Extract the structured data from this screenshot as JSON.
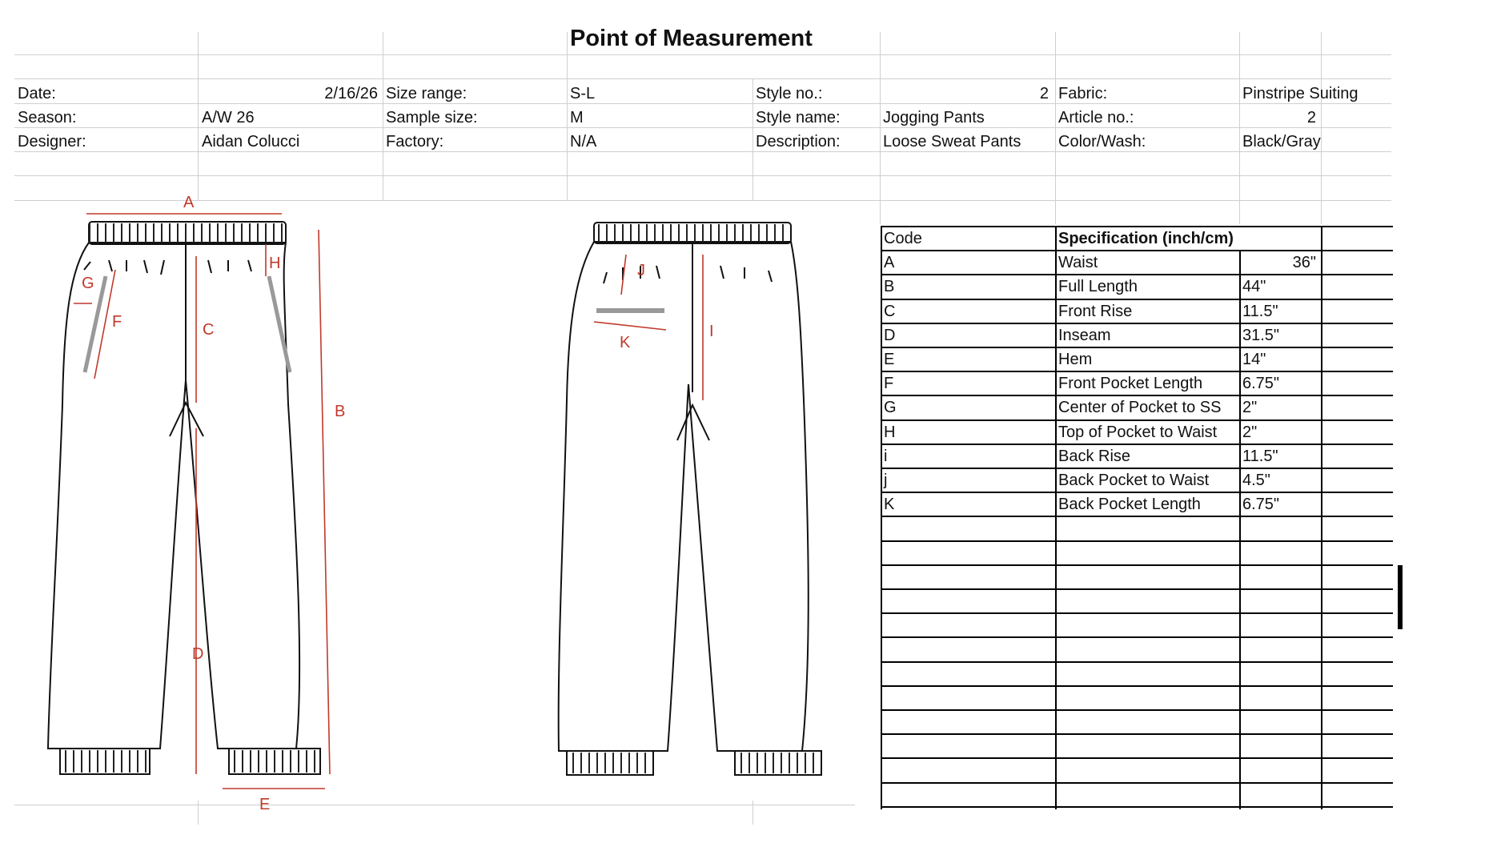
{
  "title": "Point of Measurement",
  "info": {
    "date_label": "Date:",
    "date_value": "2/16/26",
    "season_label": "Season:",
    "season_value": "A/W 26",
    "designer_label": "Designer:",
    "designer_value": "Aidan Colucci",
    "size_range_label": "Size range:",
    "size_range_value": "S-L",
    "sample_size_label": "Sample size:",
    "sample_size_value": "M",
    "factory_label": "Factory:",
    "factory_value": "N/A",
    "style_no_label": "Style no.:",
    "style_no_value": "2",
    "style_name_label": "Style name:",
    "style_name_value": "Jogging Pants",
    "description_label": "Description:",
    "description_value": "Loose Sweat Pants",
    "fabric_label": "Fabric:",
    "fabric_value": "Pinstripe Suiting",
    "article_no_label": "Article no.:",
    "article_no_value": "2",
    "color_label": "Color/Wash:",
    "color_value": "Black/Gray"
  },
  "spec_table": {
    "header_code": "Code",
    "header_spec": "Specification (inch/cm)",
    "rows": [
      {
        "code": "A",
        "name": "Waist",
        "value": "36\""
      },
      {
        "code": "B",
        "name": "Full Length",
        "value": "44\""
      },
      {
        "code": "C",
        "name": "Front Rise",
        "value": "11.5\""
      },
      {
        "code": "D",
        "name": "Inseam",
        "value": "31.5\""
      },
      {
        "code": "E",
        "name": "Hem",
        "value": "14\""
      },
      {
        "code": "F",
        "name": "Front Pocket Length",
        "value": "6.75\""
      },
      {
        "code": "G",
        "name": "Center of Pocket to SS",
        "value": "2\""
      },
      {
        "code": "H",
        "name": "Top of Pocket to Waist",
        "value": "2\""
      },
      {
        "code": "i",
        "name": "Back Rise",
        "value": "11.5\""
      },
      {
        "code": "j",
        "name": "Back Pocket to Waist",
        "value": "4.5\""
      },
      {
        "code": "K",
        "name": "Back Pocket Length",
        "value": "6.75\""
      }
    ]
  },
  "diagram_labels": {
    "front": [
      "A",
      "B",
      "C",
      "D",
      "E",
      "F",
      "G",
      "H"
    ],
    "back": [
      "I",
      "J",
      "K"
    ]
  },
  "colors": {
    "measure_line": "#c0392b",
    "grid_line": "#cfcfcf",
    "table_line": "#000000"
  }
}
